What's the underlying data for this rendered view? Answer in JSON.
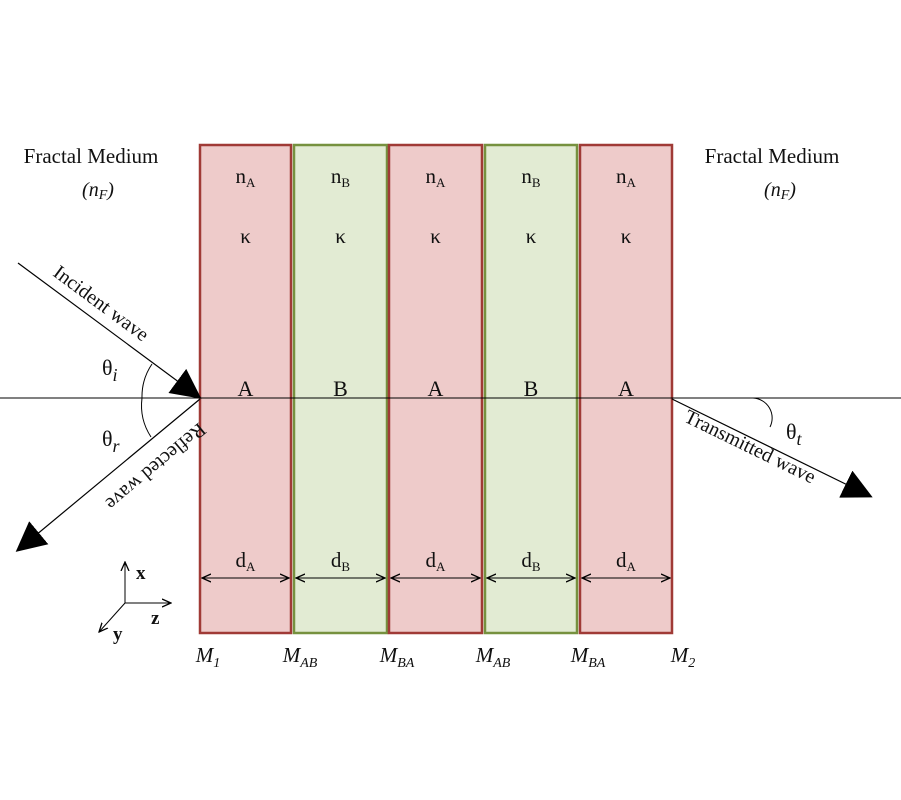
{
  "left_medium": {
    "title": "Fractal Medium",
    "index_main": "n",
    "index_sub": "F"
  },
  "right_medium": {
    "title": "Fractal Medium",
    "index_main": "n",
    "index_sub": "F"
  },
  "layers": [
    {
      "type": "A",
      "letter": "A",
      "index_main": "n",
      "index_sub": "A",
      "kappa": "κ",
      "thickness_main": "d",
      "thickness_sub": "A",
      "fill": "#eecbca",
      "stroke": "#a03a36"
    },
    {
      "type": "B",
      "letter": "B",
      "index_main": "n",
      "index_sub": "B",
      "kappa": "κ",
      "thickness_main": "d",
      "thickness_sub": "B",
      "fill": "#e2ebd3",
      "stroke": "#76913f"
    },
    {
      "type": "A",
      "letter": "A",
      "index_main": "n",
      "index_sub": "A",
      "kappa": "κ",
      "thickness_main": "d",
      "thickness_sub": "A",
      "fill": "#eecbca",
      "stroke": "#a03a36"
    },
    {
      "type": "B",
      "letter": "B",
      "index_main": "n",
      "index_sub": "B",
      "kappa": "κ",
      "thickness_main": "d",
      "thickness_sub": "B",
      "fill": "#e2ebd3",
      "stroke": "#76913f"
    },
    {
      "type": "A",
      "letter": "A",
      "index_main": "n",
      "index_sub": "A",
      "kappa": "κ",
      "thickness_main": "d",
      "thickness_sub": "A",
      "fill": "#eecbca",
      "stroke": "#a03a36"
    }
  ],
  "interfaces": [
    {
      "main": "M",
      "sub": "1"
    },
    {
      "main": "M",
      "sub": "AB"
    },
    {
      "main": "M",
      "sub": "BA"
    },
    {
      "main": "M",
      "sub": "AB"
    },
    {
      "main": "M",
      "sub": "BA"
    },
    {
      "main": "M",
      "sub": "2"
    }
  ],
  "waves": {
    "incident": "Incident wave",
    "reflected": "Reflected wave",
    "transmitted": "Transmitted wave"
  },
  "angles": {
    "incident": {
      "main": "θ",
      "sub": "i"
    },
    "reflected": {
      "main": "θ",
      "sub": "r"
    },
    "transmitted": {
      "main": "θ",
      "sub": "t"
    }
  },
  "axes": {
    "x": "x",
    "y": "y",
    "z": "z"
  }
}
